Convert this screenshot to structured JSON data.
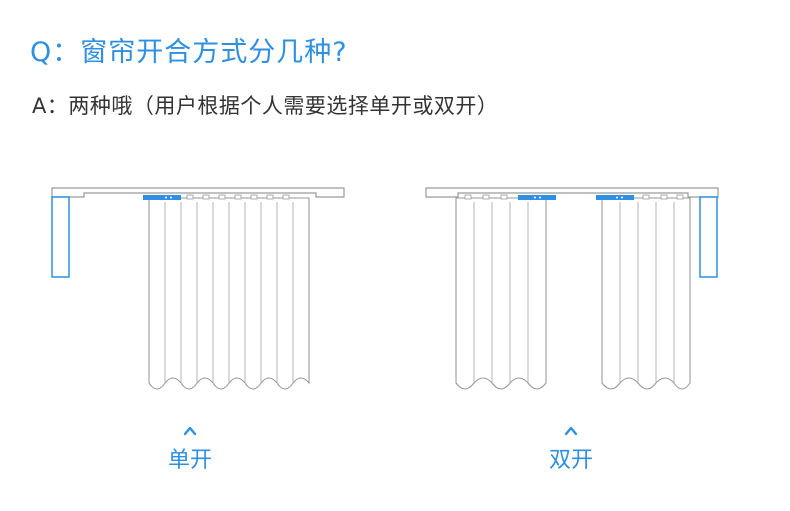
{
  "question": "Q：窗帘开合方式分几种?",
  "answer": "A：两种哦（用户根据个人需要选择单开或双开）",
  "options": [
    {
      "id": "single",
      "label": "单开"
    },
    {
      "id": "double",
      "label": "双开"
    }
  ],
  "colors": {
    "accent": "#2f8fe0",
    "outline": "#9a9a9a",
    "text": "#333333",
    "motor": "#bfdcf5"
  },
  "icons": [
    "chevron-up-icon"
  ]
}
